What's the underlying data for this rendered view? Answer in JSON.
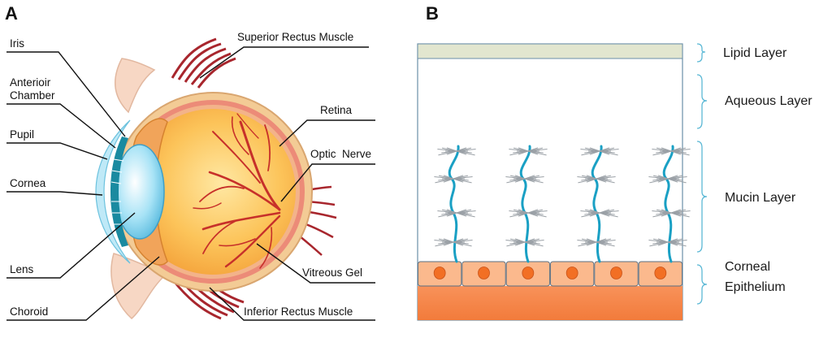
{
  "panel_a": {
    "letter": "A",
    "labels": {
      "iris": "Iris",
      "anterior_line1": "Anterioir",
      "anterior_line2": "Chamber",
      "pupil": "Pupil",
      "cornea": "Cornea",
      "lens": "Lens",
      "choroid": "Choroid",
      "superior": "Superior Rectus Muscle",
      "retina": "Retina",
      "optic": "Optic  Nerve",
      "vitreous": "Vitreous Gel",
      "inferior": "Inferior Rectus Muscle"
    }
  },
  "panel_b": {
    "letter": "B",
    "labels": {
      "lipid": "Lipid Layer",
      "aqueous": "Aqueous Layer",
      "mucin": "Mucin Layer",
      "corneal_line1": "Corneal",
      "corneal_line2": "Epithelium"
    },
    "mucin_strand_count": 4,
    "epithelial_cell_count": 6
  },
  "colors": {
    "sclera": "#f0c68a",
    "choroid": "#e97a6a",
    "vitreous": "#fbbd4b",
    "vitreous_inner": "#ffe08c",
    "muscle": "#a8262d",
    "vessel": "#c7302a",
    "lens": "#8fd7f2",
    "cornea_stripe": "#1a8aa0",
    "lipid": "#e2e6cf",
    "mucin": "#1aa0c4",
    "glyco": "#9aa0a6",
    "cell_top": "#fbb98d",
    "cell_base": "#f68a4e",
    "nucleus": "#f26f24",
    "bracket": "#5bb8d5"
  }
}
